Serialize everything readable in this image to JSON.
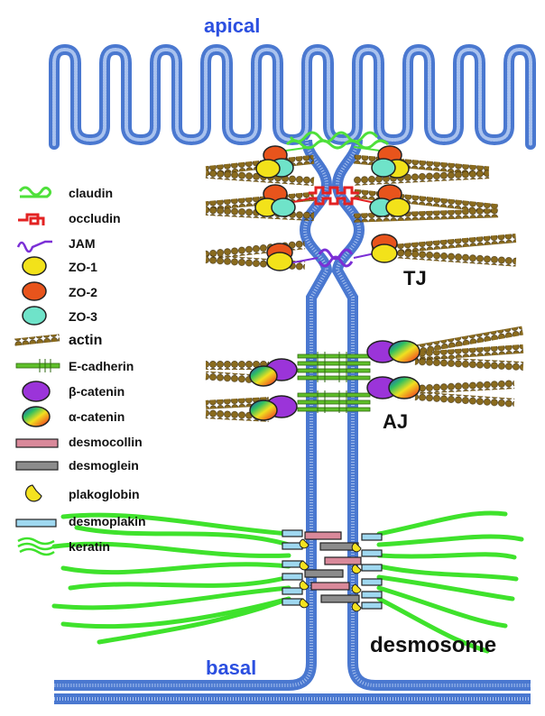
{
  "titles": {
    "apical": "apical",
    "basal": "basal",
    "tj": "TJ",
    "aj": "AJ",
    "desmosome": "desmosome"
  },
  "legend": [
    {
      "label": "claudin",
      "icon": "claudin-icon"
    },
    {
      "label": "occludin",
      "icon": "occludin-icon"
    },
    {
      "label": "JAM",
      "icon": "jam-icon"
    },
    {
      "label": "ZO-1",
      "icon": "zo1-icon"
    },
    {
      "label": "ZO-2",
      "icon": "zo2-icon"
    },
    {
      "label": "ZO-3",
      "icon": "zo3-icon"
    },
    {
      "label": "actin",
      "icon": "actin-icon"
    },
    {
      "label": "E-cadherin",
      "icon": "e-cadherin-icon"
    },
    {
      "label": "β-catenin",
      "icon": "beta-catenin-icon"
    },
    {
      "label": "α-catenin",
      "icon": "alpha-catenin-icon"
    },
    {
      "label": "desmocollin",
      "icon": "desmocollin-icon"
    },
    {
      "label": "desmoglein",
      "icon": "desmoglein-icon"
    },
    {
      "label": "plakoglobin",
      "icon": "plakoglobin-icon"
    },
    {
      "label": "desmoplakin",
      "icon": "desmoplakin-icon"
    },
    {
      "label": "keratin",
      "icon": "keratin-icon"
    }
  ],
  "colors": {
    "membrane": "#4a78d0",
    "membrane_light": "#a9c2ee",
    "label_blue": "#2b4fe0",
    "claudin": "#4ee03a",
    "occludin": "#e32222",
    "jam": "#7b2fd6",
    "zo1": "#f2e21a",
    "zo2": "#e8541c",
    "zo3": "#6fe3c9",
    "actin": "#8a6b1e",
    "e_cadherin": "#5fbf2a",
    "beta_catenin": "#9b34d9",
    "desmocollin": "#d9899a",
    "desmoglein": "#8c8c8c",
    "plakoglobin": "#f4e21f",
    "desmoplakin": "#9fd8f0",
    "keratin": "#3fe22c"
  }
}
